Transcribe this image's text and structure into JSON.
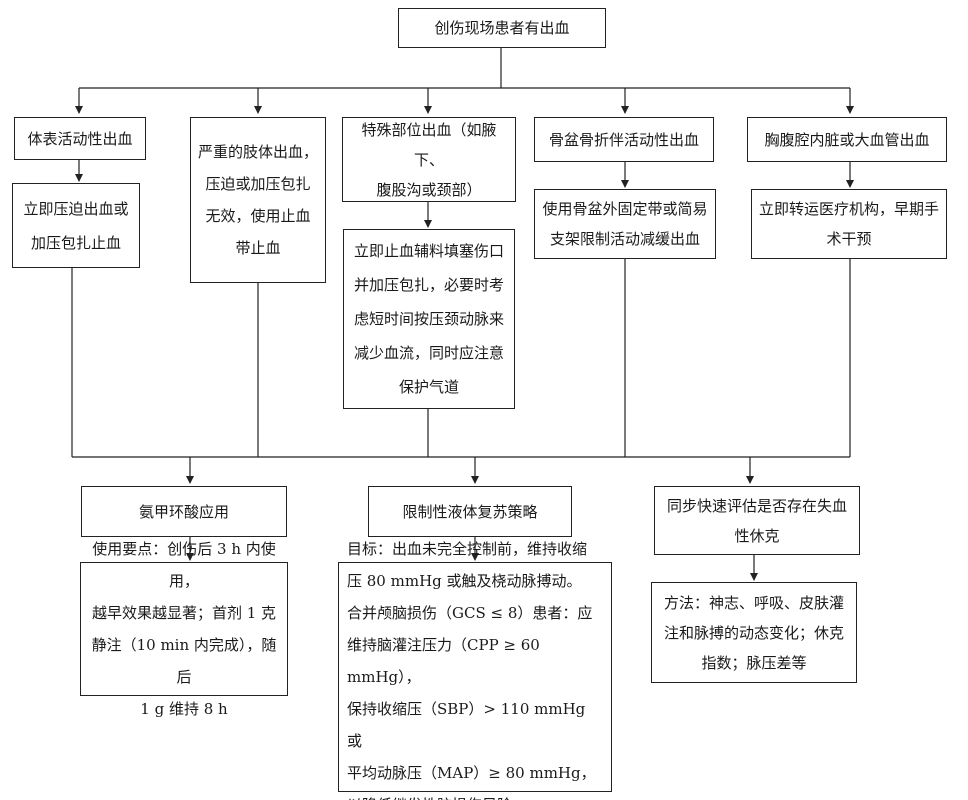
{
  "nodes": {
    "root": "创伤现场患者有出血",
    "b1": "体表活动性出血",
    "b1a": "立即压迫出血或\n加压包扎止血",
    "b2": "严重的肢体出血，\n压迫或加压包扎\n无效，使用止血\n带止血",
    "b3": "特殊部位出血（如腋下、\n腹股沟或颈部）",
    "b3a": "立即止血辅料填塞伤口\n并加压包扎，必要时考\n虑短时间按压颈动脉来\n减少血流，同时应注意\n保护气道",
    "b4": "骨盆骨折伴活动性出血",
    "b4a": "使用骨盆外固定带或简易\n支架限制活动减缓出血",
    "b5": "胸腹腔内脏或大血管出血",
    "b5a": "立即转运医疗机构，早期手\n术干预",
    "c1": "氨甲环酸应用",
    "c1a": "使用要点：创伤后 3 h 内使用，\n越早效果越显著；首剂 1 克\n静注（10 min 内完成），随后\n1 g 维持 8 h",
    "c2": "限制性液体复苏策略",
    "c2a": "目标：出血未完全控制前，维持收缩\n压 80 mmHg 或触及桡动脉搏动。\n合并颅脑损伤（GCS ≤ 8）患者：应\n维持脑灌注压力（CPP ≥ 60 mmHg），\n保持收缩压（SBP）> 110 mmHg 或\n平均动脉压（MAP）≥ 80 mmHg，\n以降低继发性脑损伤风险。",
    "c3": "同步快速评估是否存在失血\n性休克",
    "c3a": "方法：神志、呼吸、皮肤灌\n注和脉搏的动态变化；休克\n指数；脉压差等"
  }
}
